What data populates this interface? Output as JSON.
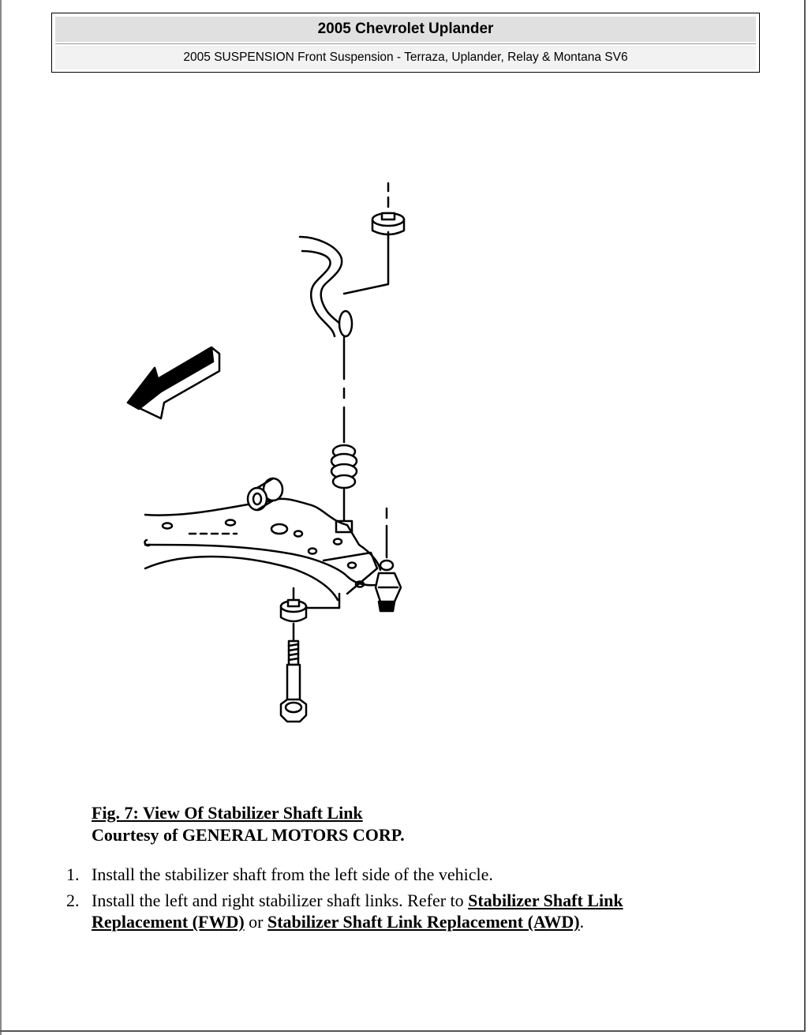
{
  "header": {
    "title": "2005 Chevrolet Uplander",
    "subtitle": "2005 SUSPENSION Front Suspension - Terraza, Uplander, Relay & Montana SV6"
  },
  "figure": {
    "caption_title": "Fig. 7: View Of Stabilizer Shaft Link",
    "courtesy": "Courtesy of GENERAL MOTORS CORP."
  },
  "steps": [
    {
      "number": "1.",
      "text": "Install the stabilizer shaft from the left side of the vehicle."
    },
    {
      "number": "2.",
      "text_before": "Install the left and right stabilizer shaft links. Refer to ",
      "link1": "Stabilizer Shaft Link Replacement (FWD)",
      "text_between": " or ",
      "link2": "Stabilizer Shaft Link Replacement (AWD)",
      "text_after": "."
    }
  ]
}
